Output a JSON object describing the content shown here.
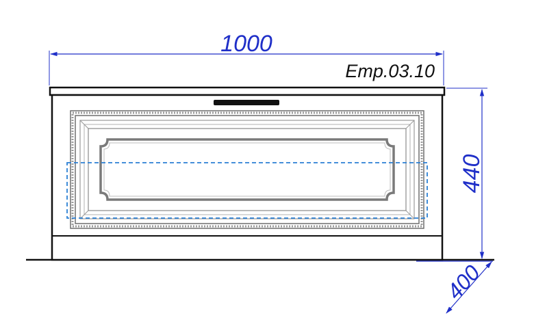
{
  "dimensions": {
    "width": "1000",
    "height": "440",
    "depth": "400"
  },
  "model_code": "Emp.03.10",
  "colors": {
    "dimension_lines": "#1f2fc8",
    "outline": "#111111",
    "panel_frame": "#7a7a7a",
    "dashed_insert": "#2a7fd4"
  }
}
